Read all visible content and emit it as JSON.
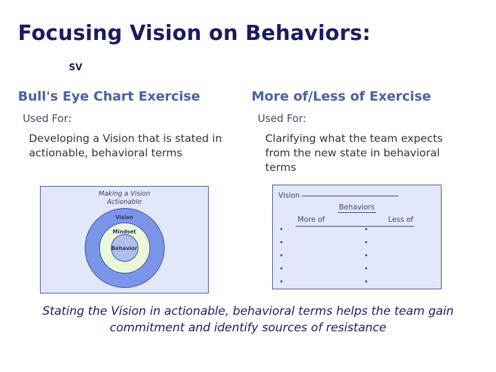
{
  "slide": {
    "title": "Focusing Vision on Behaviors:",
    "sv_tag": "SV",
    "caption_line1": "Stating the Vision in actionable, behavioral terms helps the team",
    "caption_line2": "gain commitment and identify sources of resistance"
  },
  "columns": {
    "left": {
      "heading": "Bull's Eye Chart Exercise",
      "used_for_label": "Used For:",
      "used_for_text": "Developing a Vision that is stated in actionable, behavioral terms"
    },
    "right": {
      "heading": "More of/Less of Exercise",
      "used_for_label": "Used For:",
      "used_for_text": "Clarifying what the team expects from the new state in behavioral terms"
    }
  },
  "bullseye": {
    "title_line1": "Making a Vision",
    "title_line2": "Actionable",
    "rings": [
      {
        "label": "Vision",
        "color": "#7B96E8"
      },
      {
        "label": "Mindset",
        "color": "#EAF7D8"
      },
      {
        "label": "Behavior",
        "color": "#AEC0E8"
      }
    ]
  },
  "worksheet": {
    "vision_label": "Vision",
    "behaviors_label": "Behaviors",
    "more_of_label": "More of",
    "less_of_label": "Less of",
    "bullet_count": 5
  },
  "colors": {
    "title": "#1B1B62",
    "heading": "#4A5FA5",
    "box_fill": "#E2E8FA",
    "box_border": "#4A5A8C"
  }
}
